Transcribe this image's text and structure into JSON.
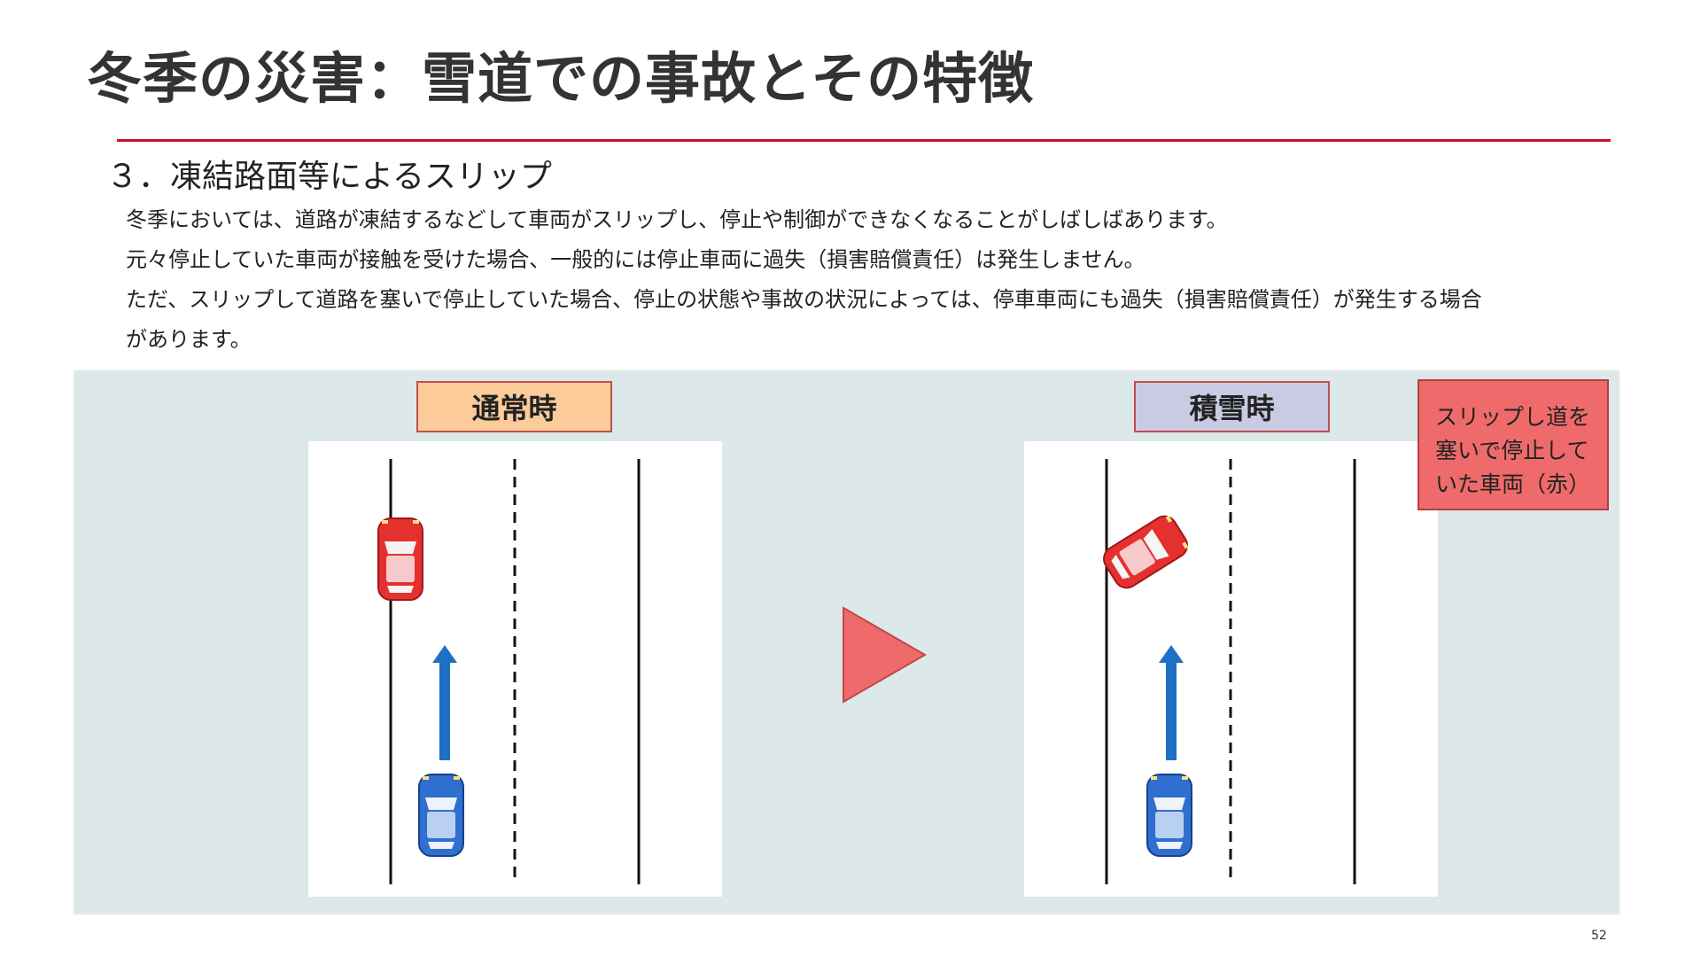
{
  "slide": {
    "title": "冬季の災害：雪道での事故とその特徴",
    "section_heading": "３．凍結路面等によるスリップ",
    "body_lines": [
      "冬季においては、道路が凍結するなどして車両がスリップし、停止や制御ができなくなることがしばしばあります。",
      "元々停止していた車両が接触を受けた場合、一般的には停止車両に過失（損害賠償責任）は発生しません。",
      "ただ、スリップして道路を塞いで停止していた場合、停止の状態や事故の状況によっては、停車車両にも過失（損害賠償責任）が発生する場合",
      "があります。"
    ],
    "page_number": "52"
  },
  "diagram": {
    "normal_label": "通常時",
    "snow_label": "積雪時",
    "callout_text": "スリップし道を塞いで停止していた車両（赤）",
    "colors": {
      "accent_rule": "#c8102e",
      "panel_bg": "#dde8ea",
      "normal_label_bg": "#fbcb9a",
      "snow_label_bg": "#c9cbe4",
      "callout_bg": "#ef6b6b",
      "next_triangle": "#ef6b6b",
      "red_car": "#e53030",
      "blue_car": "#2f6fd0",
      "direction_arrow": "#1f6fc5"
    },
    "icons": [
      "red-car-icon",
      "blue-car-icon",
      "up-arrow-icon",
      "next-triangle-icon"
    ]
  }
}
